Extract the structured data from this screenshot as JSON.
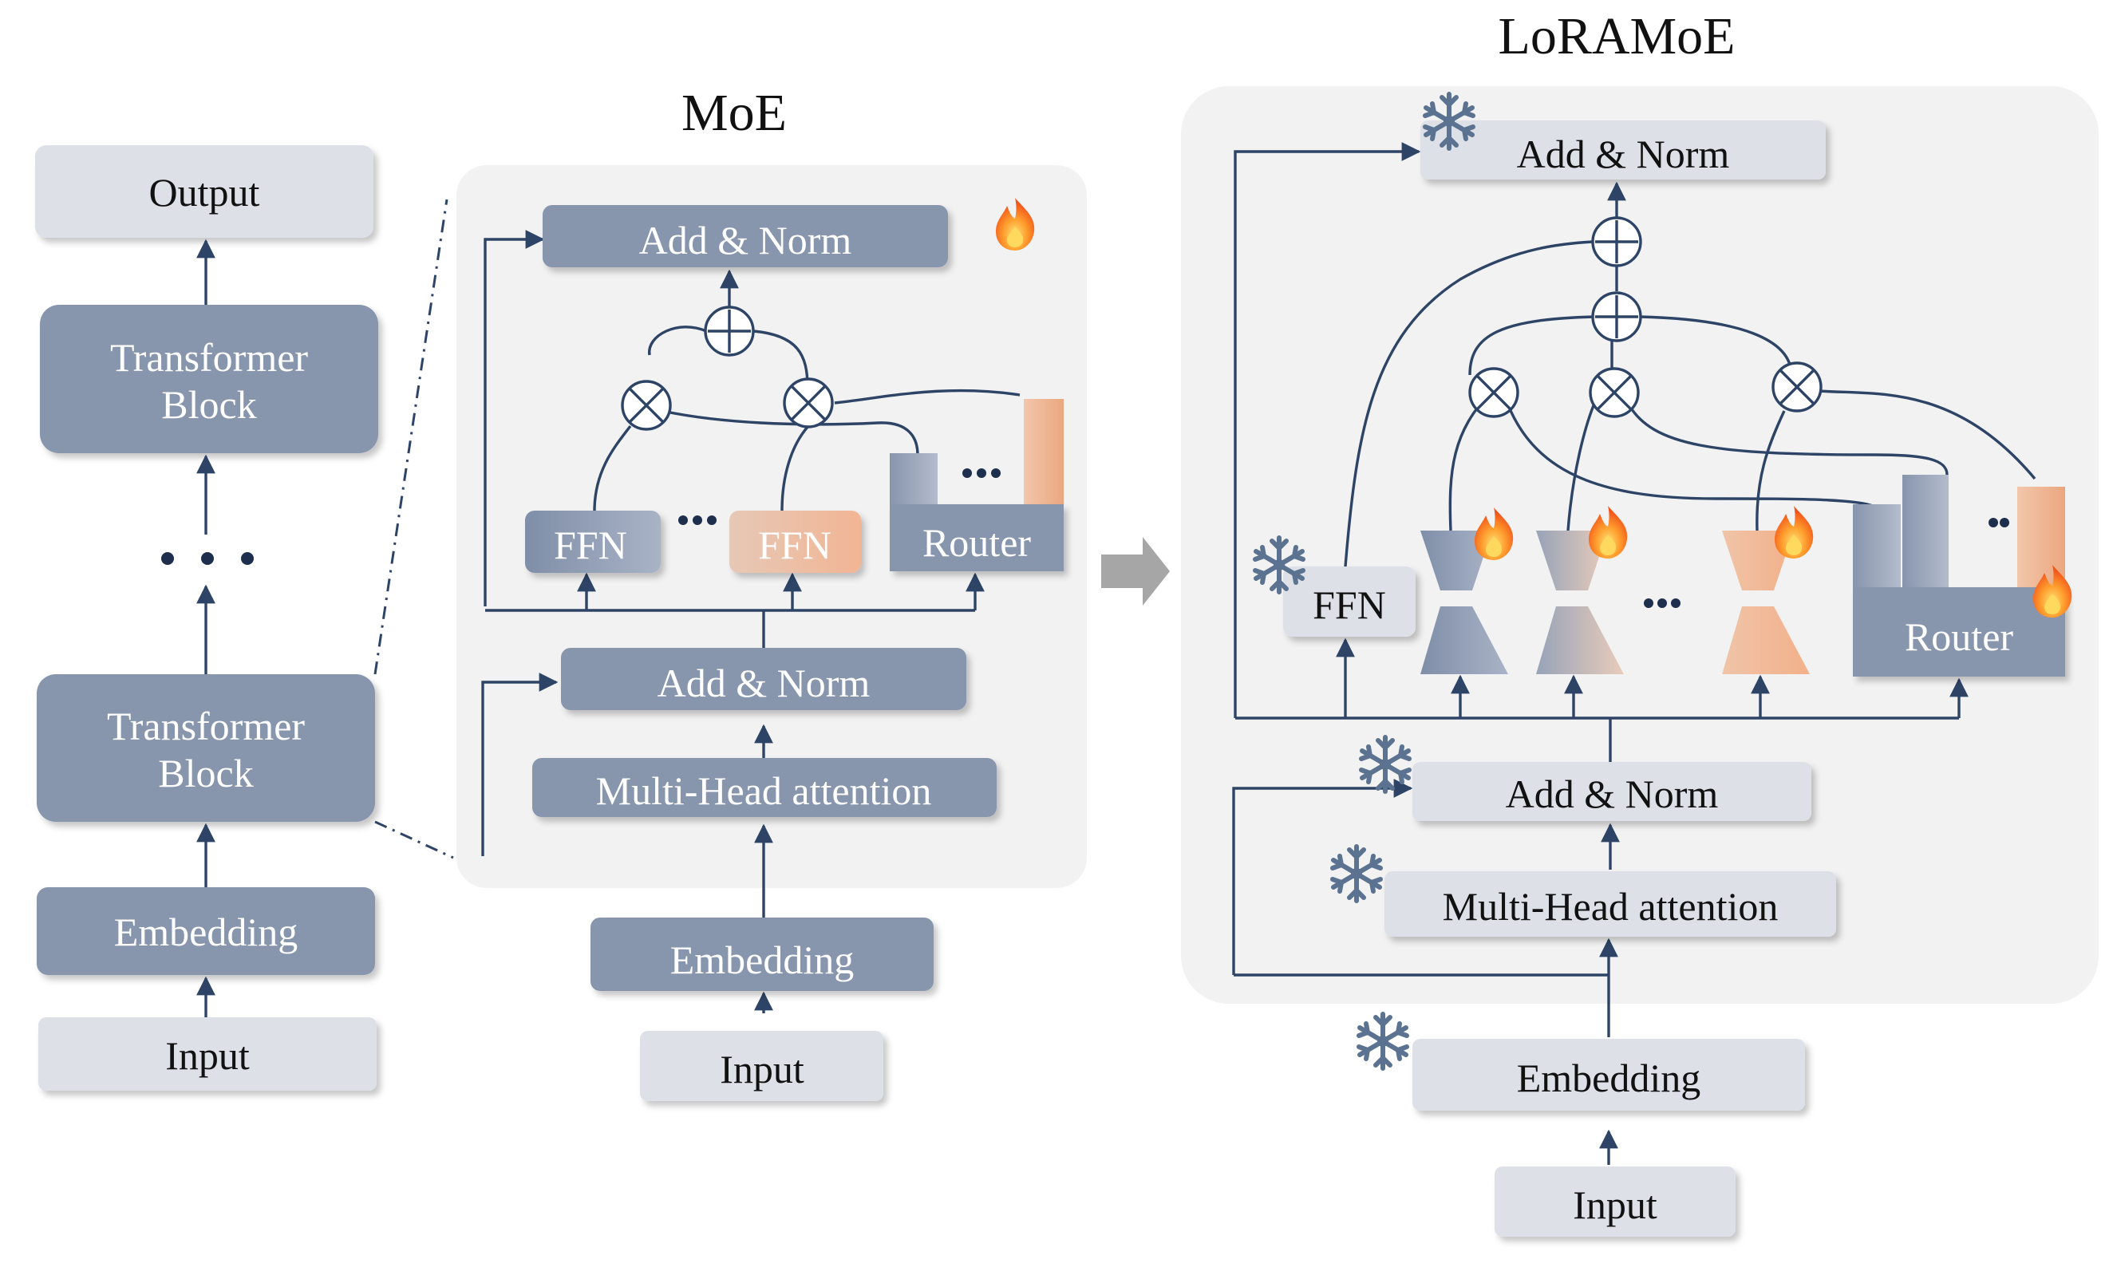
{
  "left_stack": {
    "output": "Output",
    "block_top_1": "Transformer",
    "block_top_2": "Block",
    "block_bottom_1": "Transformer",
    "block_bottom_2": "Block",
    "embedding": "Embedding",
    "input": "Input"
  },
  "moe": {
    "title": "MoE",
    "add_norm_top": "Add & Norm",
    "ffn_1": "FFN",
    "ffn_2": "FFN",
    "router": "Router",
    "add_norm_bottom": "Add & Norm",
    "attention": "Multi-Head attention",
    "embedding": "Embedding",
    "input": "Input"
  },
  "loramoe": {
    "title": "LoRAMoE",
    "add_norm_top": "Add & Norm",
    "ffn": "FFN",
    "router": "Router",
    "add_norm_bottom": "Add & Norm",
    "attention": "Multi-Head attention",
    "embedding": "Embedding",
    "input": "Input"
  },
  "icons": {
    "trainable": "fire-icon",
    "frozen": "snowflake-icon",
    "transition": "arrow-right-icon"
  },
  "colors": {
    "dark_box": "#8795ad",
    "light_box": "#dde0e7",
    "panel": "#f2f2f2",
    "line": "#2d4466",
    "expert_orange": "#f0b99a",
    "fire": "#f26522",
    "snow": "#5b7391"
  }
}
